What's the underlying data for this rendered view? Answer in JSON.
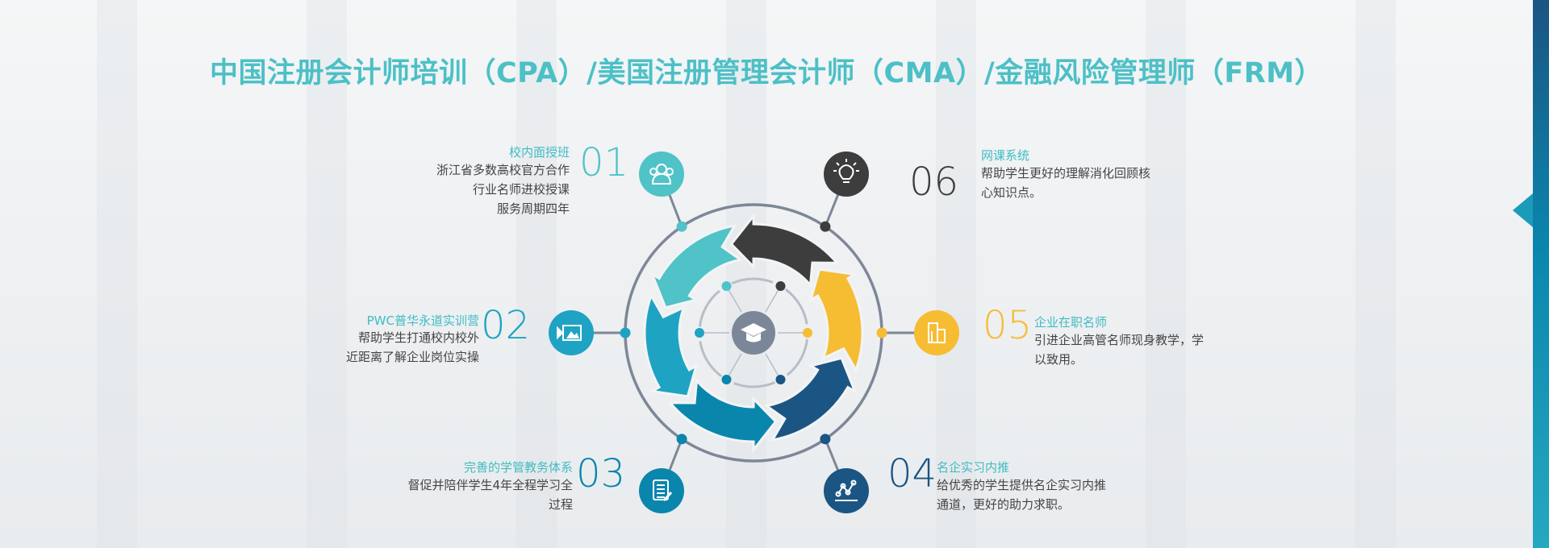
{
  "title": "中国注册会计师培训（CPA）/美国注册管理会计师（CMA）/金融风险管理师（FRM）",
  "colors": {
    "c01": "#4fc3c7",
    "c02": "#1fa3c3",
    "c03": "#0a86ad",
    "c04": "#1b5583",
    "c05": "#f6bd33",
    "c06": "#3d3d3d",
    "ring": "#7d8798",
    "center": "#7b8799"
  },
  "items": [
    {
      "num": "01",
      "title": "校内面授班",
      "lines": [
        "浙江省多数高校官方合作",
        "行业名师进校授课",
        "服务周期四年"
      ],
      "icon": "users-icon"
    },
    {
      "num": "02",
      "title": "PWC普华永道实训营",
      "lines": [
        "帮助学生打通校内校外",
        "近距离了解企业岗位实操"
      ],
      "icon": "video-image-icon"
    },
    {
      "num": "03",
      "title": "完善的学管教务体系",
      "lines": [
        "督促并陪伴学生4年全程学习全",
        "过程"
      ],
      "icon": "document-edit-icon"
    },
    {
      "num": "04",
      "title": "名企实习内推",
      "lines": [
        "给优秀的学生提供名企实习内推",
        "通道，更好的助力求职。"
      ],
      "icon": "line-chart-icon"
    },
    {
      "num": "05",
      "title": "企业在职名师",
      "lines": [
        "引进企业高管名师现身教学，学",
        "以致用。"
      ],
      "icon": "building-icon"
    },
    {
      "num": "06",
      "title": "网课系统",
      "lines": [
        "帮助学生更好的理解消化回顾核",
        "心知识点。"
      ],
      "icon": "lightbulb-icon"
    }
  ],
  "center_icon": "graduation-cap-icon"
}
